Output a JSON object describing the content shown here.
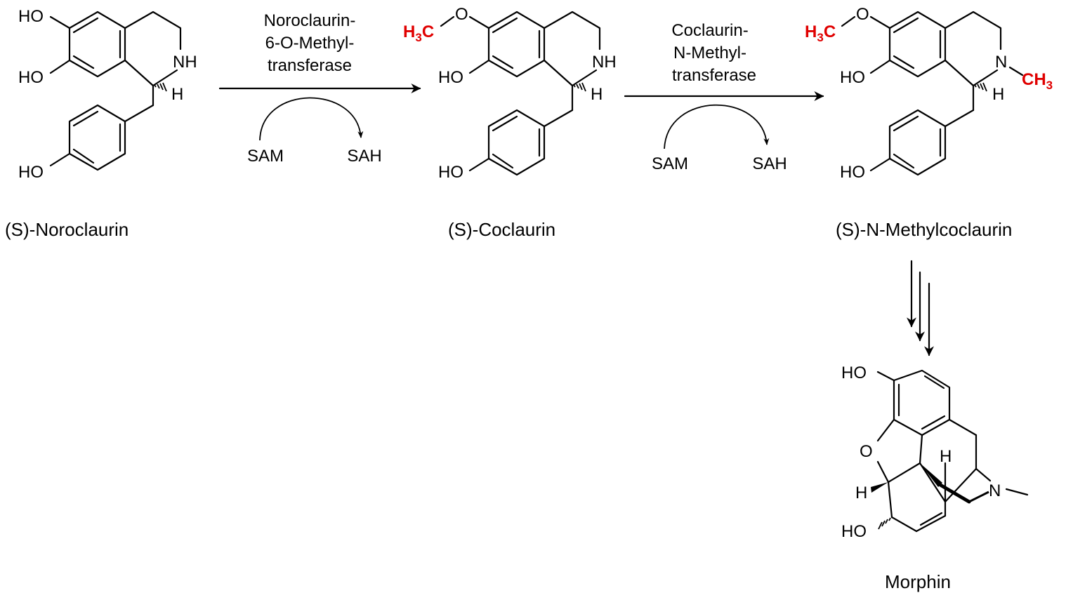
{
  "compounds": {
    "noroclaurin": "(S)-Noroclaurin",
    "coclaurin": "(S)-Coclaurin",
    "methylcoclaurin": "(S)-N-Methylcoclaurin",
    "morphin": "Morphin"
  },
  "enzyme1": {
    "line1": "Noroclaurin-",
    "line2": "6-O-Methyl-",
    "line3": "transferase",
    "cosubstrate": "SAM",
    "coproduct": "SAH"
  },
  "enzyme2": {
    "line1": "Coclaurin-",
    "line2": "N-Methyl-",
    "line3": "transferase",
    "cosubstrate": "SAM",
    "coproduct": "SAH"
  },
  "atoms": {
    "ho": "HO",
    "nh": "NH",
    "n": "N",
    "h": "H",
    "o": "O",
    "methyl_h": "H",
    "methyl_sub": "3",
    "methyl_c": "C",
    "ch": "CH",
    "ch_sub": "3"
  },
  "colors": {
    "highlight": "#e00000"
  }
}
